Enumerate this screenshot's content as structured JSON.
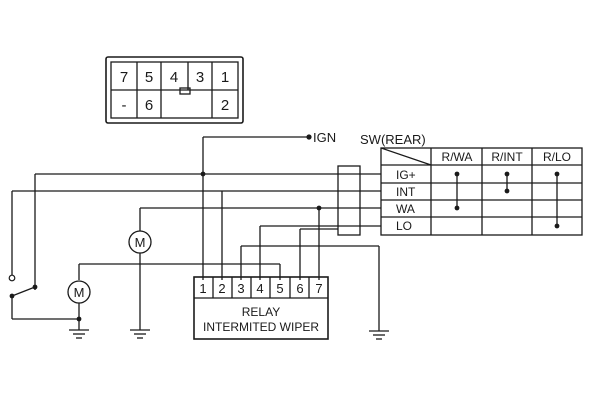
{
  "connector": {
    "top_row": [
      "7",
      "5",
      "4",
      "3",
      "1"
    ],
    "bottom_row": [
      "-",
      "6",
      "2"
    ]
  },
  "ign_label": "IGN",
  "switch": {
    "title": "SW(REAR)",
    "columns": [
      "R/WA",
      "R/INT",
      "R/LO"
    ],
    "rows": [
      "IG+",
      "INT",
      "WA",
      "LO"
    ]
  },
  "relay": {
    "pins": [
      "1",
      "2",
      "3",
      "4",
      "5",
      "6",
      "7"
    ],
    "label_line1": "RELAY",
    "label_line2": "INTERMITED WIPER"
  },
  "motor_symbol": "M"
}
